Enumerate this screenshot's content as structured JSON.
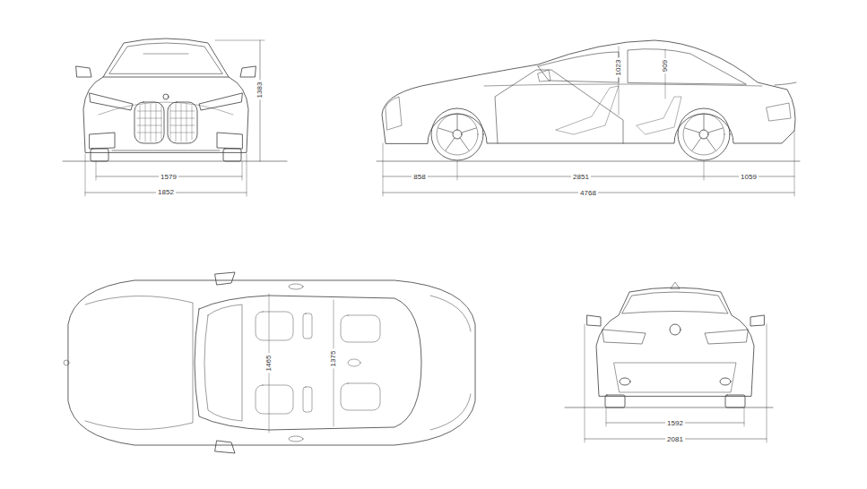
{
  "diagram": {
    "labels": [
      "1383",
      "1579",
      "1852",
      "1023",
      "909",
      "858",
      "2851",
      "1059",
      "4768",
      "1465",
      "1375",
      "1592",
      "2081"
    ]
  }
}
